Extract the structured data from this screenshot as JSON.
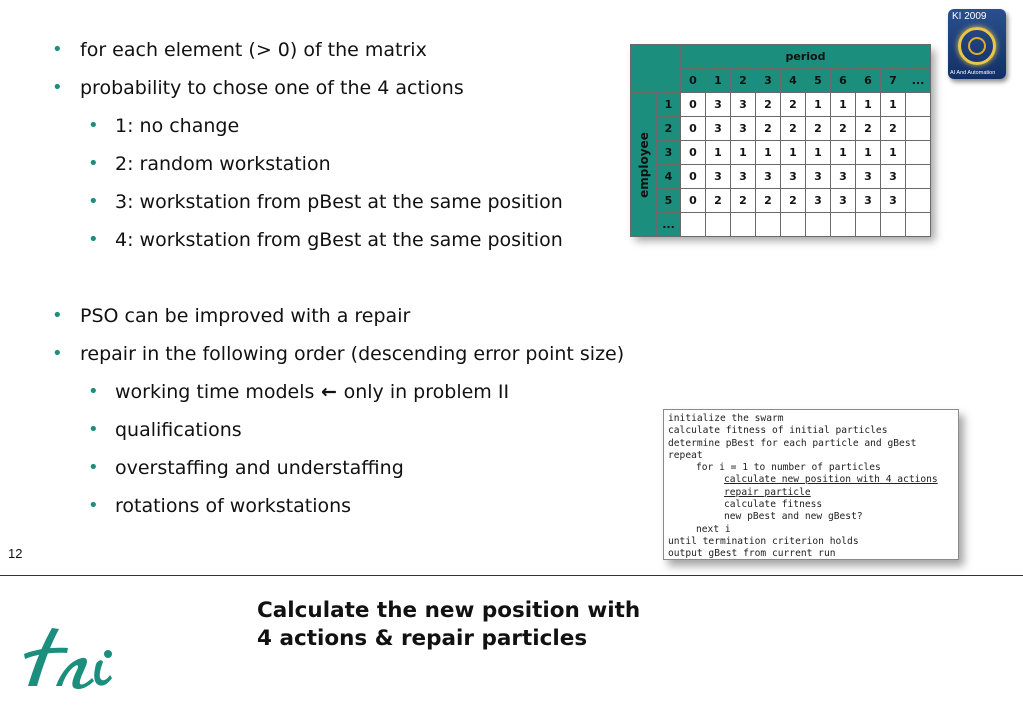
{
  "bullets": [
    {
      "level": 1,
      "text": "for each element  (> 0) of the matrix"
    },
    {
      "level": 1,
      "text": "probability to chose one of the 4 actions"
    },
    {
      "level": 2,
      "text": "1: no change"
    },
    {
      "level": 2,
      "text": "2: random workstation"
    },
    {
      "level": 2,
      "text": "3: workstation from pBest at the same position"
    },
    {
      "level": 2,
      "text": "4: workstation from gBest at the same position"
    },
    {
      "level": 1,
      "text": "PSO can be improved with a repair"
    },
    {
      "level": 1,
      "text": "repair in the following order (descending error point size)"
    },
    {
      "level": 2,
      "text": "working time models",
      "arrow_text": "only in problem II"
    },
    {
      "level": 2,
      "text": "qualifications"
    },
    {
      "level": 2,
      "text": "overstaffing and understaffing"
    },
    {
      "level": 2,
      "text": "rotations of workstations"
    }
  ],
  "matrix": {
    "col_header_label": "period",
    "row_header_label": "employee",
    "columns": [
      "0",
      "1",
      "2",
      "3",
      "4",
      "5",
      "6",
      "6",
      "7",
      "..."
    ],
    "rows": [
      {
        "label": "1",
        "values": [
          "0",
          "3",
          "3",
          "2",
          "2",
          "1",
          "1",
          "1",
          "1",
          ""
        ]
      },
      {
        "label": "2",
        "values": [
          "0",
          "3",
          "3",
          "2",
          "2",
          "2",
          "2",
          "2",
          "2",
          ""
        ]
      },
      {
        "label": "3",
        "values": [
          "0",
          "1",
          "1",
          "1",
          "1",
          "1",
          "1",
          "1",
          "1",
          ""
        ]
      },
      {
        "label": "4",
        "values": [
          "0",
          "3",
          "3",
          "3",
          "3",
          "3",
          "3",
          "3",
          "3",
          ""
        ]
      },
      {
        "label": "5",
        "values": [
          "0",
          "2",
          "2",
          "2",
          "2",
          "3",
          "3",
          "3",
          "3",
          ""
        ]
      },
      {
        "label": "...",
        "values": [
          "",
          "",
          "",
          "",
          "",
          "",
          "",
          "",
          "",
          ""
        ]
      }
    ]
  },
  "pseudocode": [
    {
      "text": "initialize the swarm",
      "indent": 0,
      "underline": false
    },
    {
      "text": "calculate fitness of initial particles",
      "indent": 0,
      "underline": false
    },
    {
      "text": "determine pBest for each particle and gBest",
      "indent": 0,
      "underline": false
    },
    {
      "text": "repeat",
      "indent": 0,
      "underline": false
    },
    {
      "text": "for i = 1 to number of particles",
      "indent": 1,
      "underline": false
    },
    {
      "text": "calculate new position with 4 actions",
      "indent": 2,
      "underline": true
    },
    {
      "text": "repair particle",
      "indent": 2,
      "underline": true
    },
    {
      "text": "calculate fitness",
      "indent": 2,
      "underline": false
    },
    {
      "text": "new pBest and new gBest?",
      "indent": 2,
      "underline": false
    },
    {
      "text": "next i",
      "indent": 1,
      "underline": false
    },
    {
      "text": "until termination criterion holds",
      "indent": 0,
      "underline": false
    },
    {
      "text": "output gBest from current run",
      "indent": 0,
      "underline": false
    }
  ],
  "conference_logo": {
    "year": "KI 2009",
    "subtitle": "AI And Automation"
  },
  "slide_number": "12",
  "footer_title_line1": "Calculate the new position with",
  "footer_title_line2": "4 actions & repair particles",
  "icons": {
    "bullet": "bullet-dot",
    "arrow": "left-arrow-icon",
    "logo": "tu-logo"
  },
  "colors": {
    "accent": "#1c8e7d",
    "logo_blue": "#1f3f7a",
    "logo_gold": "#e8c648"
  }
}
